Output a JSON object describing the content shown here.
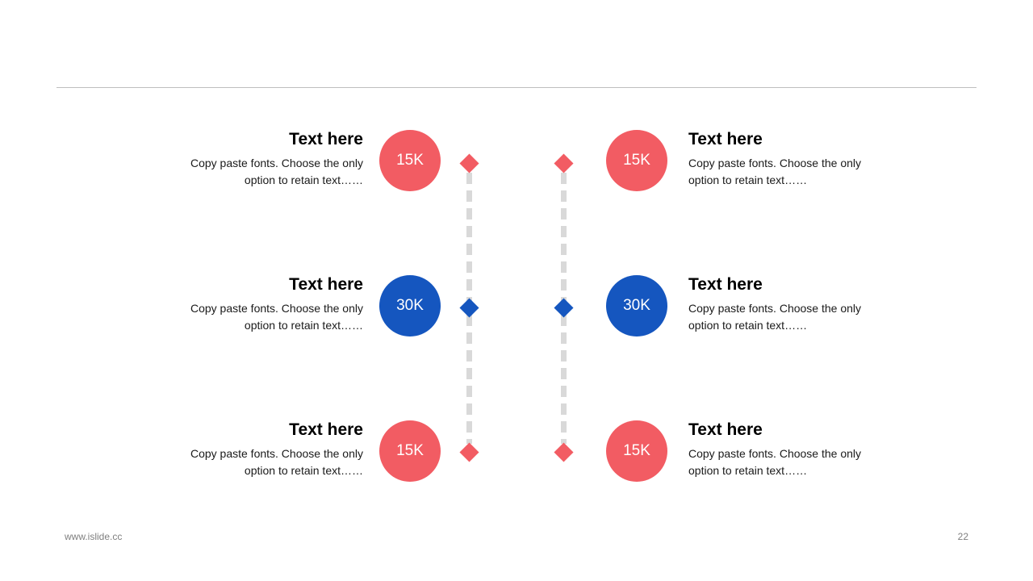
{
  "colors": {
    "coral": "#f25c63",
    "blue": "#1556bf",
    "dash": "#d9d9d9",
    "rule": "#bfbfbf"
  },
  "left_items": [
    {
      "title": "Text here",
      "desc_line1": "Copy paste fonts. Choose the only",
      "desc_line2": "option to retain text……",
      "value": "15K"
    },
    {
      "title": "Text here",
      "desc_line1": "Copy paste fonts. Choose the only",
      "desc_line2": "option to retain text……",
      "value": "30K"
    },
    {
      "title": "Text here",
      "desc_line1": "Copy paste fonts. Choose the only",
      "desc_line2": "option to retain text……",
      "value": "15K"
    }
  ],
  "right_items": [
    {
      "title": "Text here",
      "desc_line1": "Copy paste fonts. Choose the only",
      "desc_line2": "option to retain text……",
      "value": "15K"
    },
    {
      "title": "Text here",
      "desc_line1": "Copy paste fonts. Choose the only",
      "desc_line2": "option to retain text……",
      "value": "30K"
    },
    {
      "title": "Text here",
      "desc_line1": "Copy paste fonts. Choose the only",
      "desc_line2": "option to retain text……",
      "value": "15K"
    }
  ],
  "footer": {
    "website": "www.islide.cc",
    "page_number": "22"
  }
}
